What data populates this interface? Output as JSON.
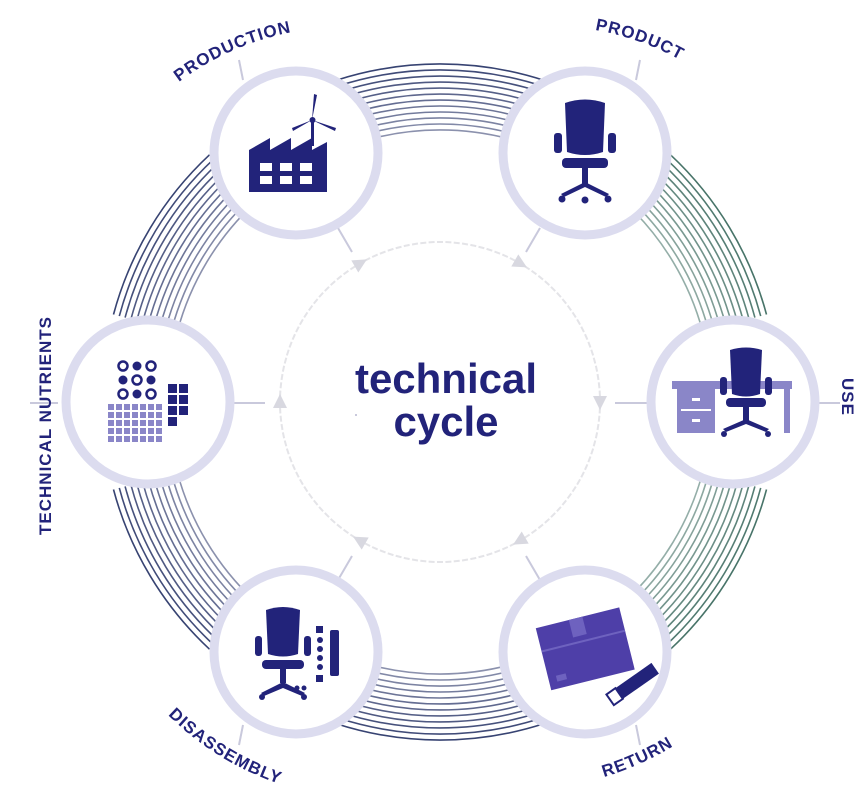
{
  "center": {
    "line1": "technical",
    "line2": "cycle"
  },
  "stages": {
    "production": {
      "label": "PRODUCTION",
      "icon": "factory-wind-turbine-icon"
    },
    "product": {
      "label": "PRODUCT",
      "icon": "office-chair-icon"
    },
    "use": {
      "label": "USE",
      "icon": "desk-chair-icon"
    },
    "return": {
      "label": "RETURN",
      "icon": "cardboard-box-icon"
    },
    "disassembly": {
      "label": "DISASSEMBLY",
      "icon": "disassembled-chair-icon"
    },
    "technical_nutrients": {
      "label": "TECHNICAL NUTRIENTS",
      "icon": "materials-grid-icon"
    }
  },
  "colors": {
    "navy": "#22237a",
    "ring": "#dcdcef",
    "arc_navy": "#2b3769",
    "arc_green": "#3d6b60",
    "light_purple": "#8a86c8",
    "box_purple": "#4e3fa8",
    "arrow_gray": "#e4e4e8"
  }
}
